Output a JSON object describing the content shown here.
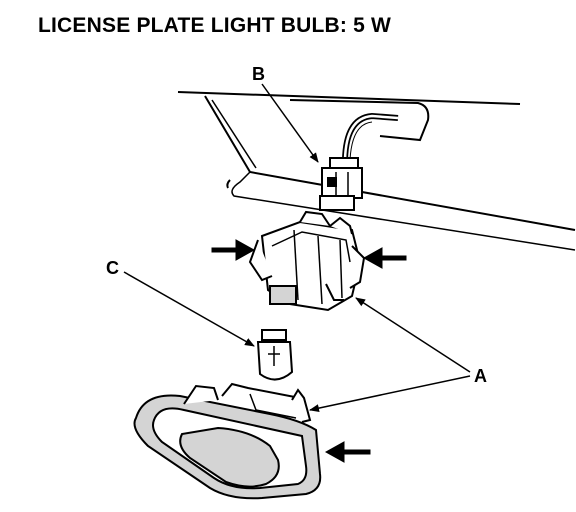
{
  "title": "LICENSE PLATE LIGHT BULB: 5 W",
  "callouts": {
    "a": "A",
    "b": "B",
    "c": "C"
  },
  "colors": {
    "ink": "#000000",
    "paper": "#ffffff",
    "shade": "#d4d4d4",
    "dark_shade": "#8a8a8a"
  }
}
